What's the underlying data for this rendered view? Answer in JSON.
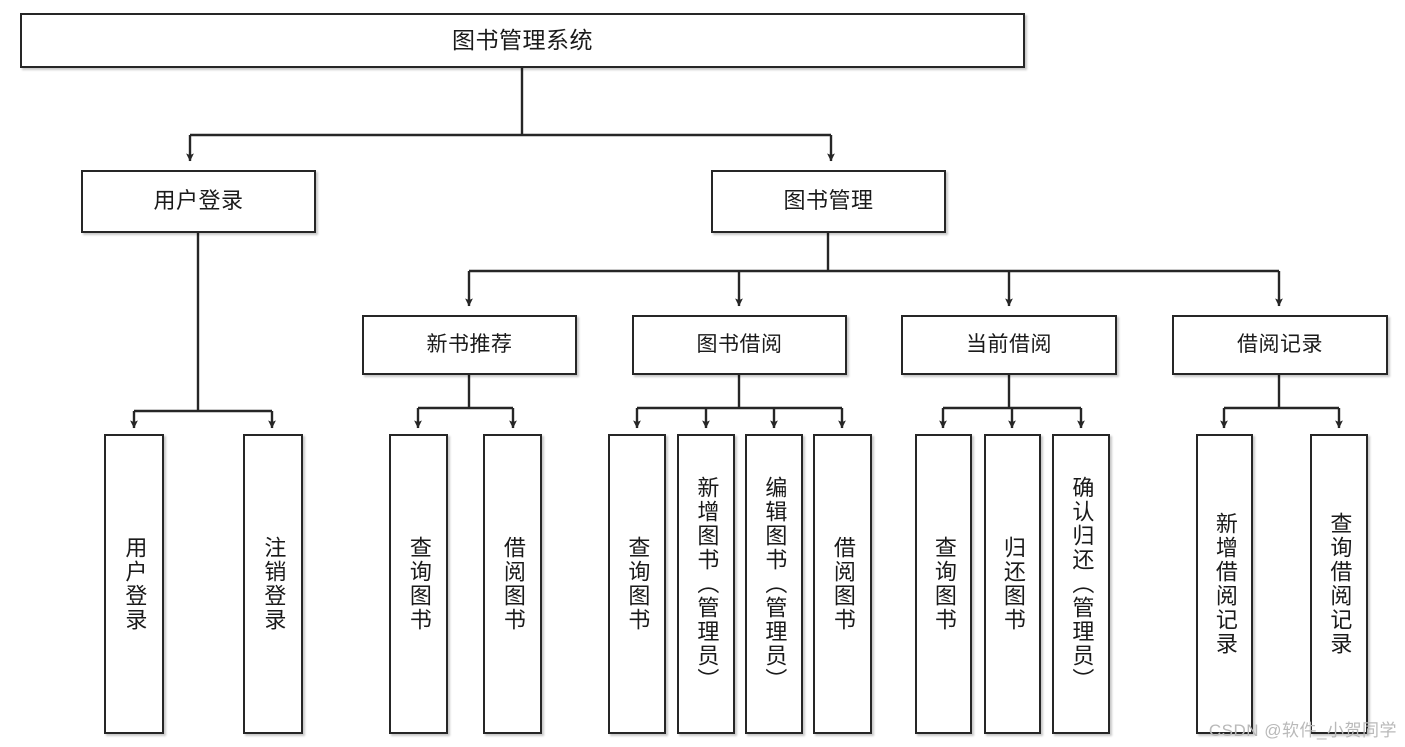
{
  "diagram": {
    "type": "tree-hierarchy",
    "title": "图书管理系统",
    "colors": {
      "stroke": "#262626",
      "fill": "#ffffff",
      "text": "#1a1a1a",
      "watermark": "#b9b9b9"
    },
    "watermark": "CSDN @软件_小贺同学",
    "nodes": {
      "root": {
        "label": "图书管理系统"
      },
      "level2": [
        {
          "id": "user-login",
          "label": "用户登录"
        },
        {
          "id": "book-manage",
          "label": "图书管理"
        }
      ],
      "level3": [
        {
          "id": "new-book-recommend",
          "label": "新书推荐"
        },
        {
          "id": "book-borrow",
          "label": "图书借阅"
        },
        {
          "id": "current-borrow",
          "label": "当前借阅"
        },
        {
          "id": "borrow-record",
          "label": "借阅记录"
        }
      ],
      "leaves": [
        {
          "id": "leaf-user-login",
          "parent": "user-login",
          "label": "用户登录"
        },
        {
          "id": "leaf-logout",
          "parent": "user-login",
          "label": "注销登录"
        },
        {
          "id": "leaf-query-book-1",
          "parent": "new-book-recommend",
          "label": "查询图书"
        },
        {
          "id": "leaf-borrow-book-1",
          "parent": "new-book-recommend",
          "label": "借阅图书"
        },
        {
          "id": "leaf-query-book-2",
          "parent": "book-borrow",
          "label": "查询图书"
        },
        {
          "id": "leaf-add-book",
          "parent": "book-borrow",
          "label": "新增图书（管理员）"
        },
        {
          "id": "leaf-edit-book",
          "parent": "book-borrow",
          "label": "编辑图书（管理员）"
        },
        {
          "id": "leaf-borrow-book-2",
          "parent": "book-borrow",
          "label": "借阅图书"
        },
        {
          "id": "leaf-query-book-3",
          "parent": "current-borrow",
          "label": "查询图书"
        },
        {
          "id": "leaf-return-book",
          "parent": "current-borrow",
          "label": "归还图书"
        },
        {
          "id": "leaf-confirm-return",
          "parent": "current-borrow",
          "label": "确认归还（管理员）"
        },
        {
          "id": "leaf-add-record",
          "parent": "borrow-record",
          "label": "新增借阅记录"
        },
        {
          "id": "leaf-query-record",
          "parent": "borrow-record",
          "label": "查询借阅记录"
        }
      ]
    }
  }
}
